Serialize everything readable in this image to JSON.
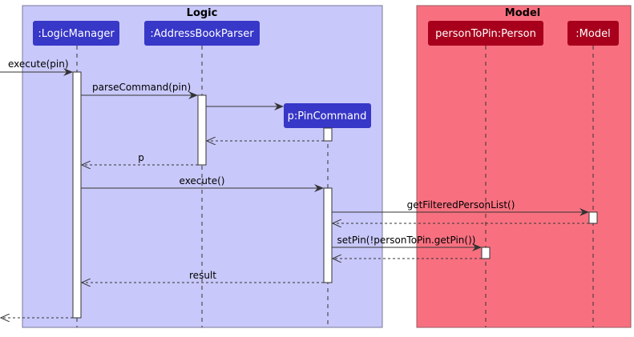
{
  "diagram": {
    "type": "sequence",
    "colors": {
      "logic_bg": "#c8c8fa",
      "model_bg": "#f87080",
      "logic_participant": "#3737c8",
      "model_participant": "#a8001c",
      "activation": "#ffffff",
      "line": "#333333"
    },
    "boxes": [
      {
        "id": "logic",
        "title": "Logic"
      },
      {
        "id": "model",
        "title": "Model"
      }
    ],
    "participants": [
      {
        "id": "lm",
        "label": ":LogicManager",
        "box": "logic"
      },
      {
        "id": "abp",
        "label": ":AddressBookParser",
        "box": "logic"
      },
      {
        "id": "pc",
        "label": "p:PinCommand",
        "box": "logic"
      },
      {
        "id": "ptp",
        "label": "personToPin:Person",
        "box": "model"
      },
      {
        "id": "model",
        "label": ":Model",
        "box": "model"
      }
    ],
    "messages": [
      {
        "from": "external",
        "to": "lm",
        "label": "execute(pin)",
        "kind": "call"
      },
      {
        "from": "lm",
        "to": "abp",
        "label": "parseCommand(pin)",
        "kind": "call"
      },
      {
        "from": "abp",
        "to": "pc",
        "label": "",
        "kind": "create"
      },
      {
        "from": "pc",
        "to": "abp",
        "label": "",
        "kind": "return"
      },
      {
        "from": "abp",
        "to": "lm",
        "label": "p",
        "kind": "return"
      },
      {
        "from": "lm",
        "to": "pc",
        "label": "execute()",
        "kind": "call"
      },
      {
        "from": "pc",
        "to": "model",
        "label": "getFilteredPersonList()",
        "kind": "call"
      },
      {
        "from": "model",
        "to": "pc",
        "label": "",
        "kind": "return"
      },
      {
        "from": "pc",
        "to": "ptp",
        "label": "setPin(!personToPin.getPin())",
        "kind": "call"
      },
      {
        "from": "ptp",
        "to": "pc",
        "label": "",
        "kind": "return"
      },
      {
        "from": "pc",
        "to": "lm",
        "label": "result",
        "kind": "return"
      },
      {
        "from": "lm",
        "to": "external",
        "label": "",
        "kind": "return"
      }
    ]
  }
}
